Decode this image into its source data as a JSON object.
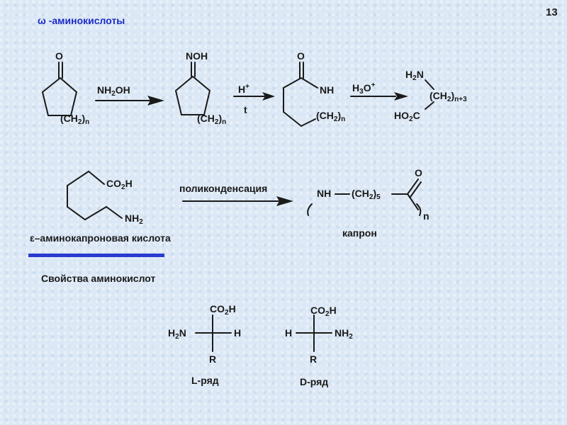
{
  "page_number": "13",
  "heading": {
    "symbol": "ω",
    "text": "-аминокислоты"
  },
  "reaction1": {
    "ketone_o": "O",
    "ketone_chain_main": "(CH",
    "ketone_chain_sub": "2",
    "ketone_chain_close": ")",
    "ketone_chain_n": "n",
    "arrow1_main": "NH",
    "arrow1_sub": "2",
    "arrow1_tail": "OH",
    "oxime_label": "NOH",
    "oxime_chain_main": "(CH",
    "oxime_chain_sub": "2",
    "oxime_chain_close": ")",
    "oxime_chain_n": "n",
    "arrow2_top": "H",
    "arrow2_top_sup": "+",
    "arrow2_bottom": "t",
    "lactam_o": "O",
    "lactam_nh": "NH",
    "lactam_chain_main": "(CH",
    "lactam_chain_sub": "2",
    "lactam_chain_close": ")",
    "lactam_chain_n": "n",
    "arrow3_main": "H",
    "arrow3_sub": "3",
    "arrow3_o": "O",
    "arrow3_sup": "+",
    "product_h2n_h": "H",
    "product_h2n_sub": "2",
    "product_h2n_n": "N",
    "product_chain_main": "(CH",
    "product_chain_sub": "2",
    "product_chain_close": ")",
    "product_chain_n": "n+3",
    "product_acid_ho": "HO",
    "product_acid_sub": "2",
    "product_acid_c": "C"
  },
  "reaction2": {
    "acid_co": "CO",
    "acid_sub": "2",
    "acid_h": "H",
    "amine_nh": "NH",
    "amine_sub": "2",
    "compound_name": "ε–аминокапроновая кислота",
    "arrow_label": "поликонденсация",
    "polymer_nh": "NH",
    "polymer_chain_main": "(CH",
    "polymer_chain_sub": "2",
    "polymer_chain_close": ")",
    "polymer_chain_n": "5",
    "polymer_o": "O",
    "polymer_n": "n",
    "polymer_name": "капрон"
  },
  "properties": {
    "title": "Свойства аминокислот",
    "L": {
      "top_co": "CO",
      "top_sub": "2",
      "top_h": "H",
      "left_h": "H",
      "left_sub": "2",
      "left_n": "N",
      "right": "H",
      "bottom": "R",
      "label": "L-ряд"
    },
    "D": {
      "top_co": "CO",
      "top_sub": "2",
      "top_h": "H",
      "left": "H",
      "right_nh": "NH",
      "right_sub": "2",
      "bottom": "R",
      "label": "D-ряд"
    }
  },
  "colors": {
    "accent_bar": "#2a3ad0",
    "heading_text": "#1a2ac8"
  }
}
